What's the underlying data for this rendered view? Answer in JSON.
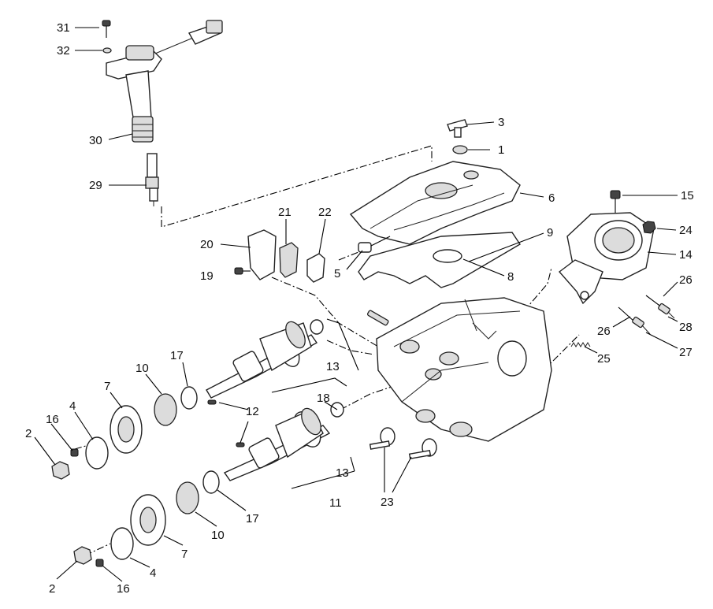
{
  "callouts": {
    "c31": "31",
    "c32": "32",
    "c30": "30",
    "c29": "29",
    "c3": "3",
    "c1": "1",
    "c6": "6",
    "c15": "15",
    "c24": "24",
    "c14": "14",
    "c9": "9",
    "c8": "8",
    "c5": "5",
    "c20": "20",
    "c21": "21",
    "c22": "22",
    "c19": "19",
    "c26a": "26",
    "c28": "28",
    "c26b": "26",
    "c27": "27",
    "c25": "25",
    "c13a": "13",
    "c18": "18",
    "c17a": "17",
    "c10a": "10",
    "c7a": "7",
    "c16a": "16",
    "c4a": "4",
    "c2a": "2",
    "c12": "12",
    "c13b": "13",
    "c11": "11",
    "c23": "23",
    "c17b": "17",
    "c10b": "10",
    "c7b": "7",
    "c4b": "4",
    "c16b": "16",
    "c2b": "2"
  }
}
